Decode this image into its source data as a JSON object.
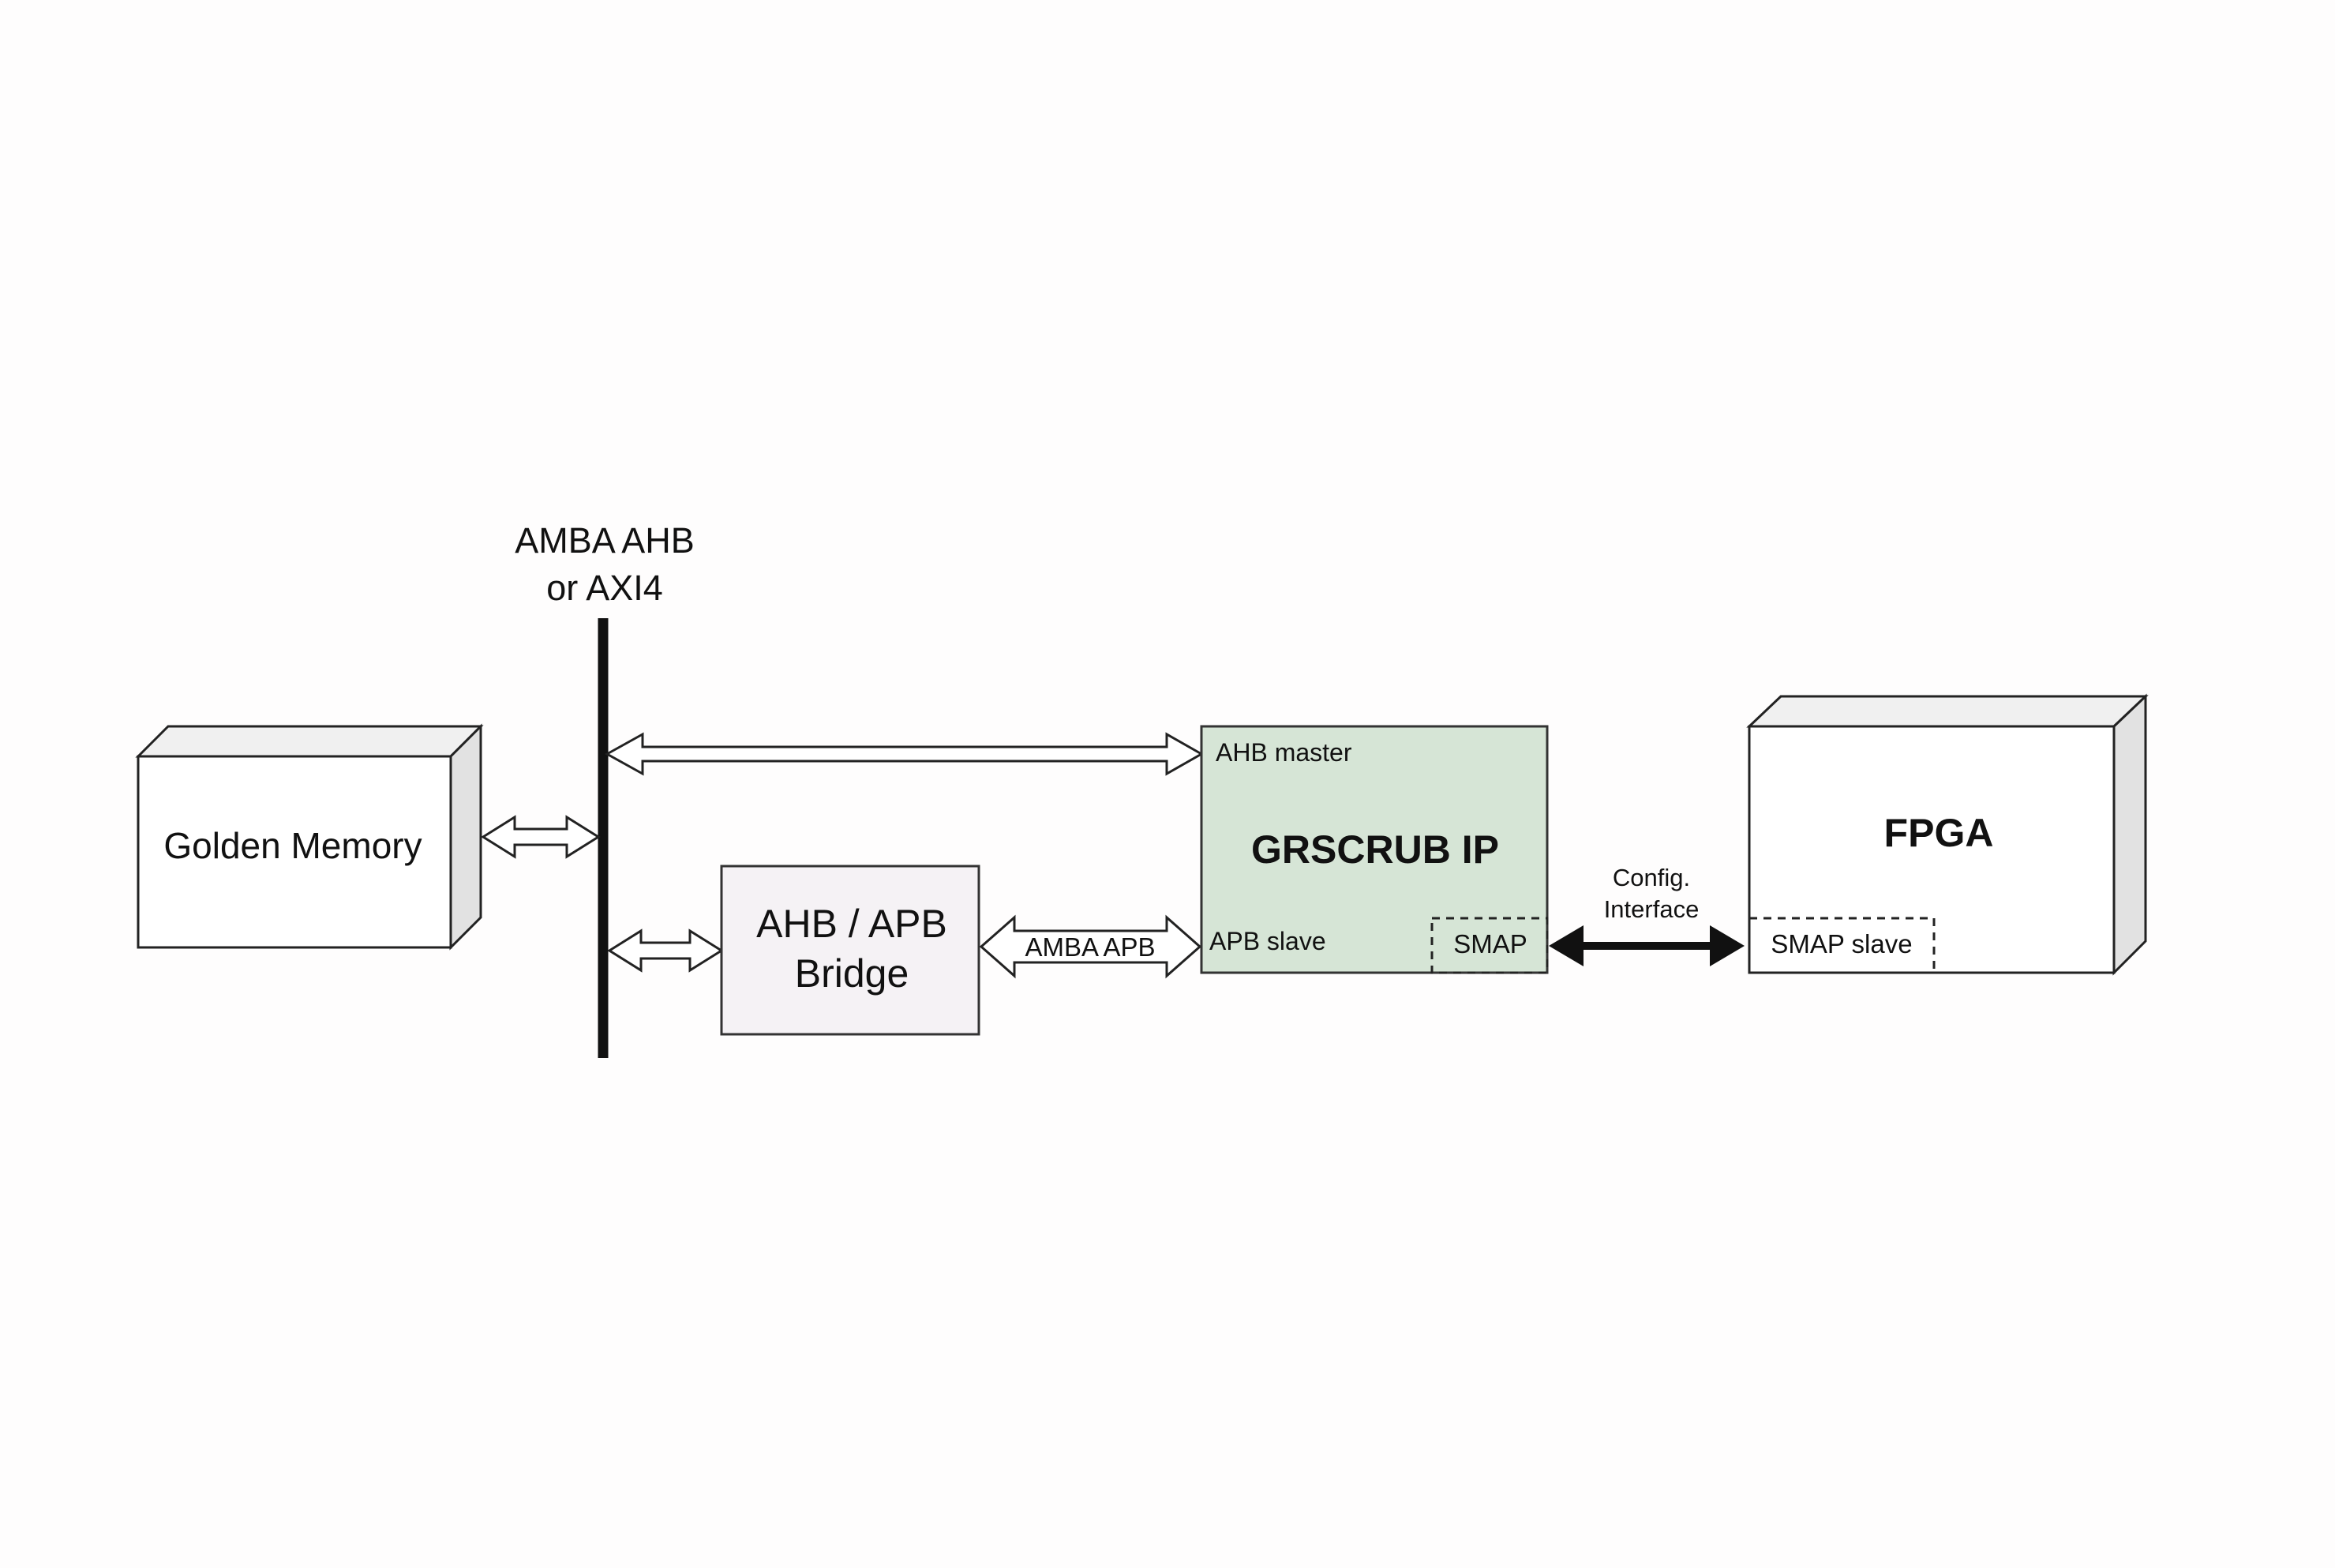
{
  "bus": {
    "line1": "AMBA AHB",
    "line2": "or AXI4"
  },
  "golden_memory": {
    "label": "Golden Memory"
  },
  "bridge": {
    "line1": "AHB / APB",
    "line2": "Bridge"
  },
  "apb_link": {
    "label": "AMBA APB"
  },
  "grscrub": {
    "title": "GRSCRUB IP",
    "ahb_master": "AHB master",
    "apb_slave": "APB slave",
    "smap": "SMAP",
    "fill": "#d6e5d6"
  },
  "config_link": {
    "line1": "Config.",
    "line2": "Interface"
  },
  "fpga": {
    "title": "FPGA",
    "smap_slave": "SMAP slave"
  }
}
